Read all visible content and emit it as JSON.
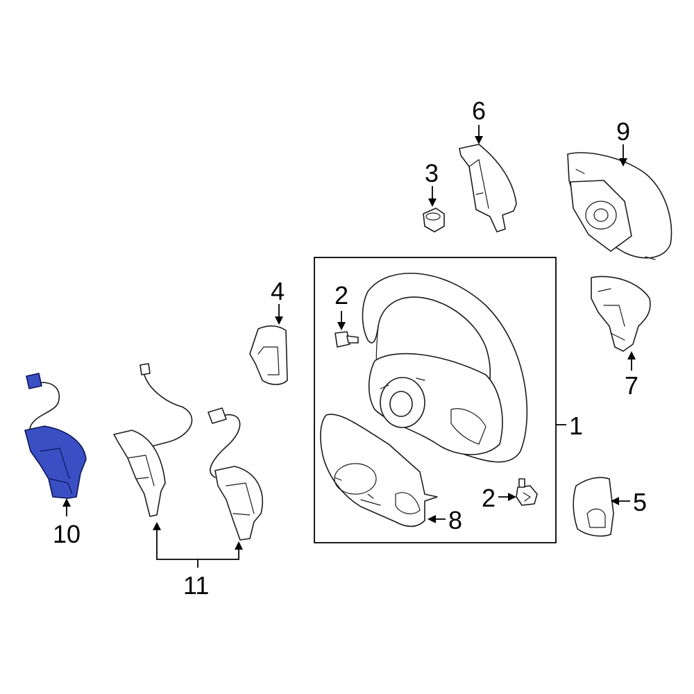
{
  "colors": {
    "highlight": "#3a4fc4",
    "line": "#1a1a1a",
    "background": "#ffffff"
  },
  "callouts": {
    "c1": "1",
    "c2a": "2",
    "c2b": "2",
    "c3": "3",
    "c4": "4",
    "c5": "5",
    "c6": "6",
    "c7": "7",
    "c8": "8",
    "c9": "9",
    "c10": "10",
    "c11": "11"
  }
}
